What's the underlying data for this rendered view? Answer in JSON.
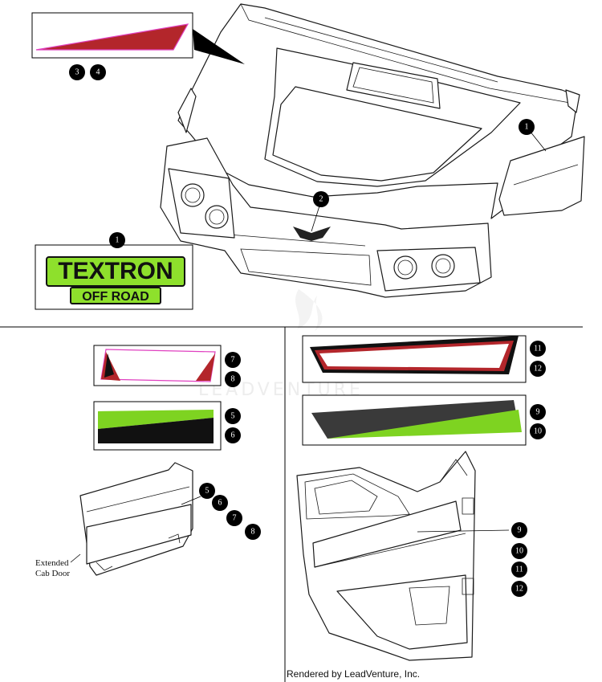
{
  "callouts": {
    "c3": "3",
    "c4": "4",
    "c1_hood": "1",
    "c2_emblem": "2",
    "c1_logo": "1",
    "c7_top": "7",
    "c8_top": "8",
    "c11_top": "11",
    "c12_top": "12",
    "c5_top": "5",
    "c6_top": "6",
    "c9_top": "9",
    "c10_top": "10",
    "c5_door": "5",
    "c6_door": "6",
    "c7_door": "7",
    "c8_door": "8",
    "c9_door": "9",
    "c10_door": "10",
    "c11_door": "11",
    "c12_door": "12"
  },
  "logo": {
    "line1": "TEXTRON",
    "line2": "OFF ROAD"
  },
  "door_caption": {
    "line1": "Extended",
    "line2": "Cab Door"
  },
  "watermark": "LEADVENTURE",
  "footer": "Rendered by LeadVenture, Inc.",
  "colors": {
    "decal_red": "#b3262b",
    "decal_green": "#7ed321",
    "decal_dark": "#3a3a3a",
    "decal_pink": "#e040c0",
    "logo_green": "#8ee02c"
  }
}
